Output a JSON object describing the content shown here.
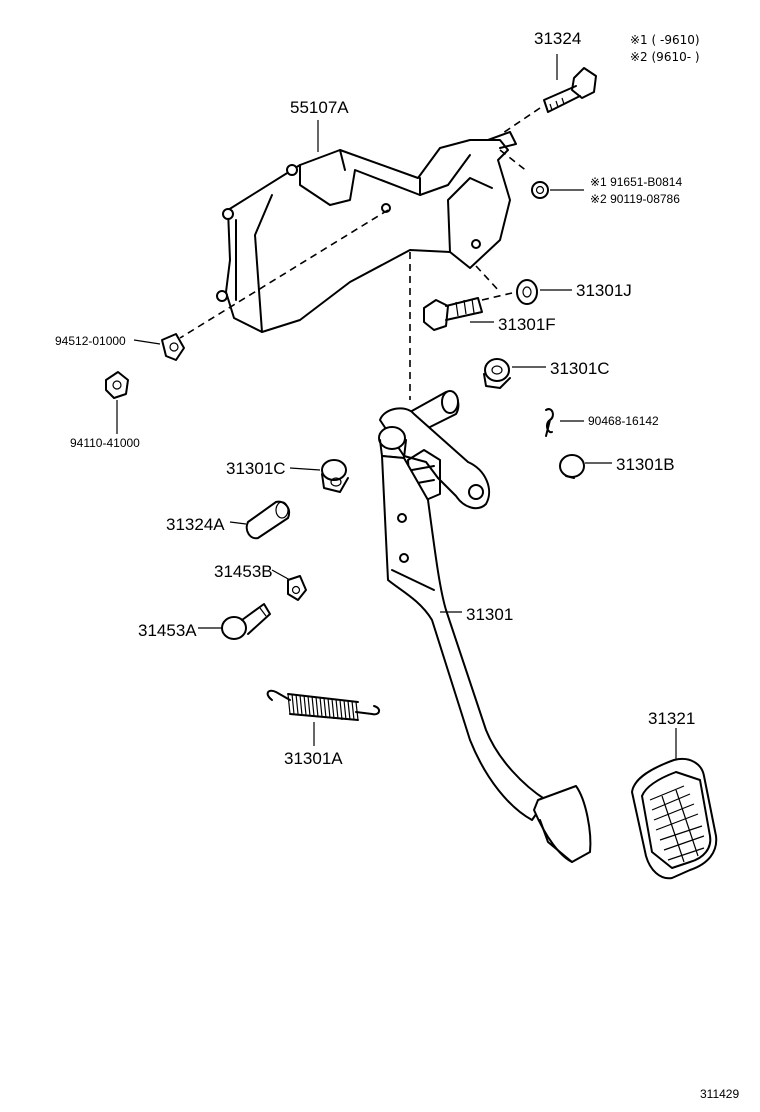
{
  "notes": {
    "line1": "※1 (     -9610)",
    "line2": "※2 (9610-      )"
  },
  "labels": {
    "p31324": "31324",
    "p55107A": "55107A",
    "p91651": "※1  91651-B0814",
    "p90119": "※2  90119-08786",
    "p31301J": "31301J",
    "p31301F": "31301F",
    "p94512": "94512-01000",
    "p31301C_right": "31301C",
    "p94110": "94110-41000",
    "p90468": "90468-16142",
    "p31301C_left": "31301C",
    "p31301B": "31301B",
    "p31324A": "31324A",
    "p31453B": "31453B",
    "p31301": "31301",
    "p31453A": "31453A",
    "p31321": "31321",
    "p31301A": "31301A"
  },
  "figure_number": "311429"
}
